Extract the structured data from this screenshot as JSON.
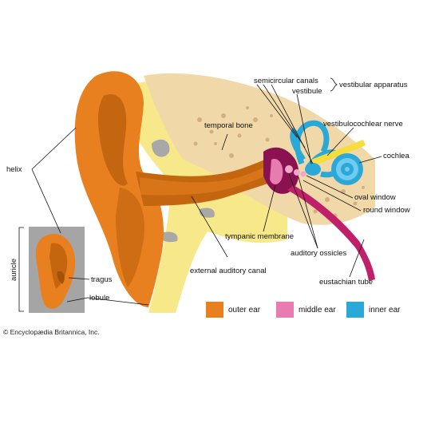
{
  "labels": {
    "semicircular_canals": "semicircular canals",
    "vestibular_apparatus": "vestibular apparatus",
    "vestibule": "vestibule",
    "temporal_bone": "temporal bone",
    "vestibulocochlear_nerve": "vestibulocochlear nerve",
    "cochlea": "cochlea",
    "helix": "helix",
    "oval_window": "oval window",
    "round_window": "round window",
    "tympanic_membrane": "tympanic membrane",
    "auditory_ossicles": "auditory ossicles",
    "external_auditory_canal": "external auditory canal",
    "eustachian_tube": "eustachian tube",
    "auricle": "auricle",
    "tragus": "tragus",
    "lobule": "lobule"
  },
  "legend": [
    {
      "label": "outer ear",
      "color": "#e8801f"
    },
    {
      "label": "middle ear",
      "color": "#e87bb0"
    },
    {
      "label": "inner ear",
      "color": "#2aa8d8"
    }
  ],
  "copyright": "© Encyclopædia Britannica, Inc."
}
